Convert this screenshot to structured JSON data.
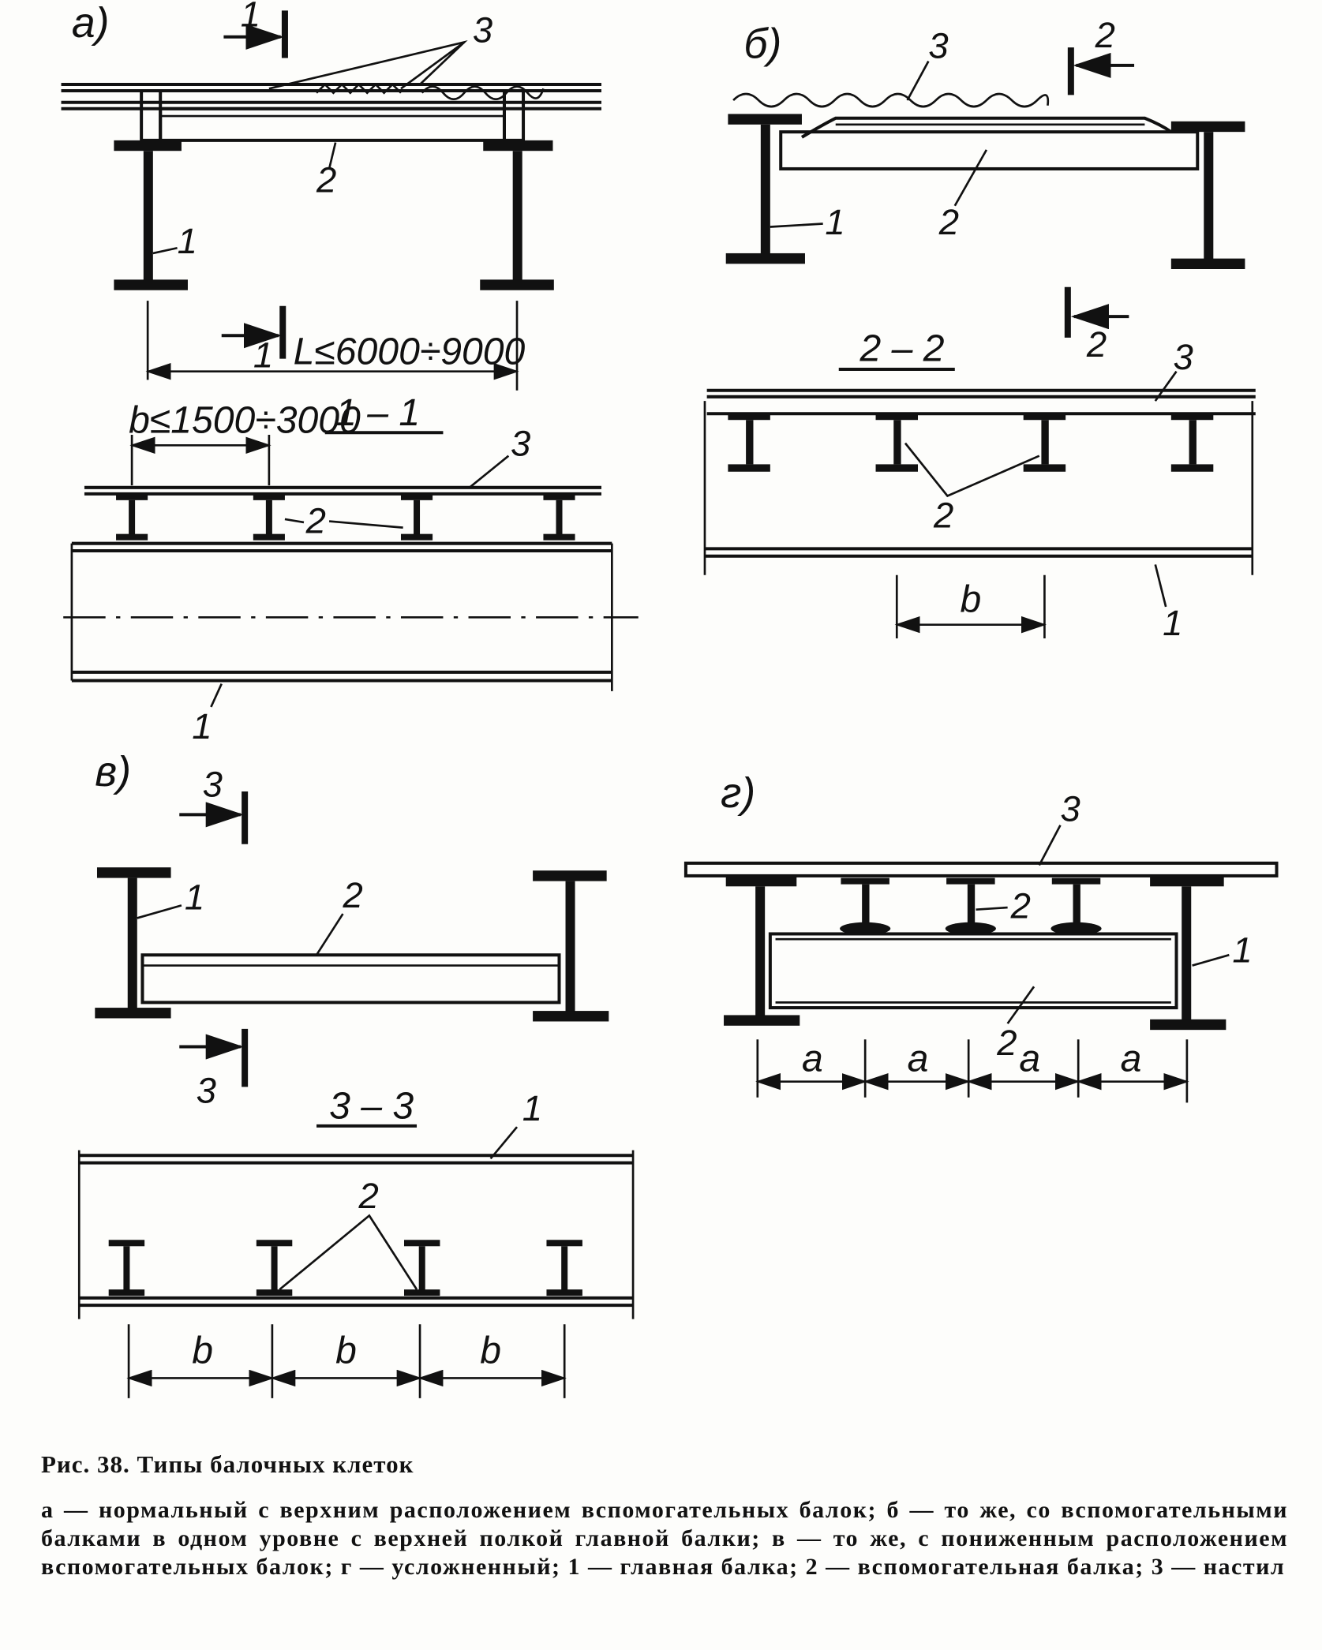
{
  "figure": {
    "panels": {
      "a": {
        "label": "а)",
        "section": "1 – 1",
        "mark": "1",
        "span": "L≤6000÷9000",
        "pitch": "b≤1500÷3000",
        "main_beam": "1",
        "secondary_beam": "2",
        "deck": "3"
      },
      "b": {
        "label": "б)",
        "section": "2 – 2",
        "mark": "2",
        "dim": "b",
        "main_beam": "1",
        "secondary_beam": "2",
        "deck": "3"
      },
      "v": {
        "label": "в)",
        "section": "3 – 3",
        "mark": "3",
        "dim": "b",
        "main_beam": "1",
        "secondary_beam": "2"
      },
      "g": {
        "label": "г)",
        "dim": "a",
        "main_beam": "1",
        "secondary_beam": "2",
        "deck": "3"
      }
    }
  },
  "caption": {
    "title": "Рис. 38. Типы балочных клеток",
    "text": "а — нормальный с верхним расположением вспомогательных балок; б — то же, со вспомогательными балками в одном уровне с верхней полкой главной балки; в — то же, с пониженным расположением вспомогательных балок; г — усложненный; 1 — главная балка; 2 — вспомогательная балка; 3 — настил"
  }
}
